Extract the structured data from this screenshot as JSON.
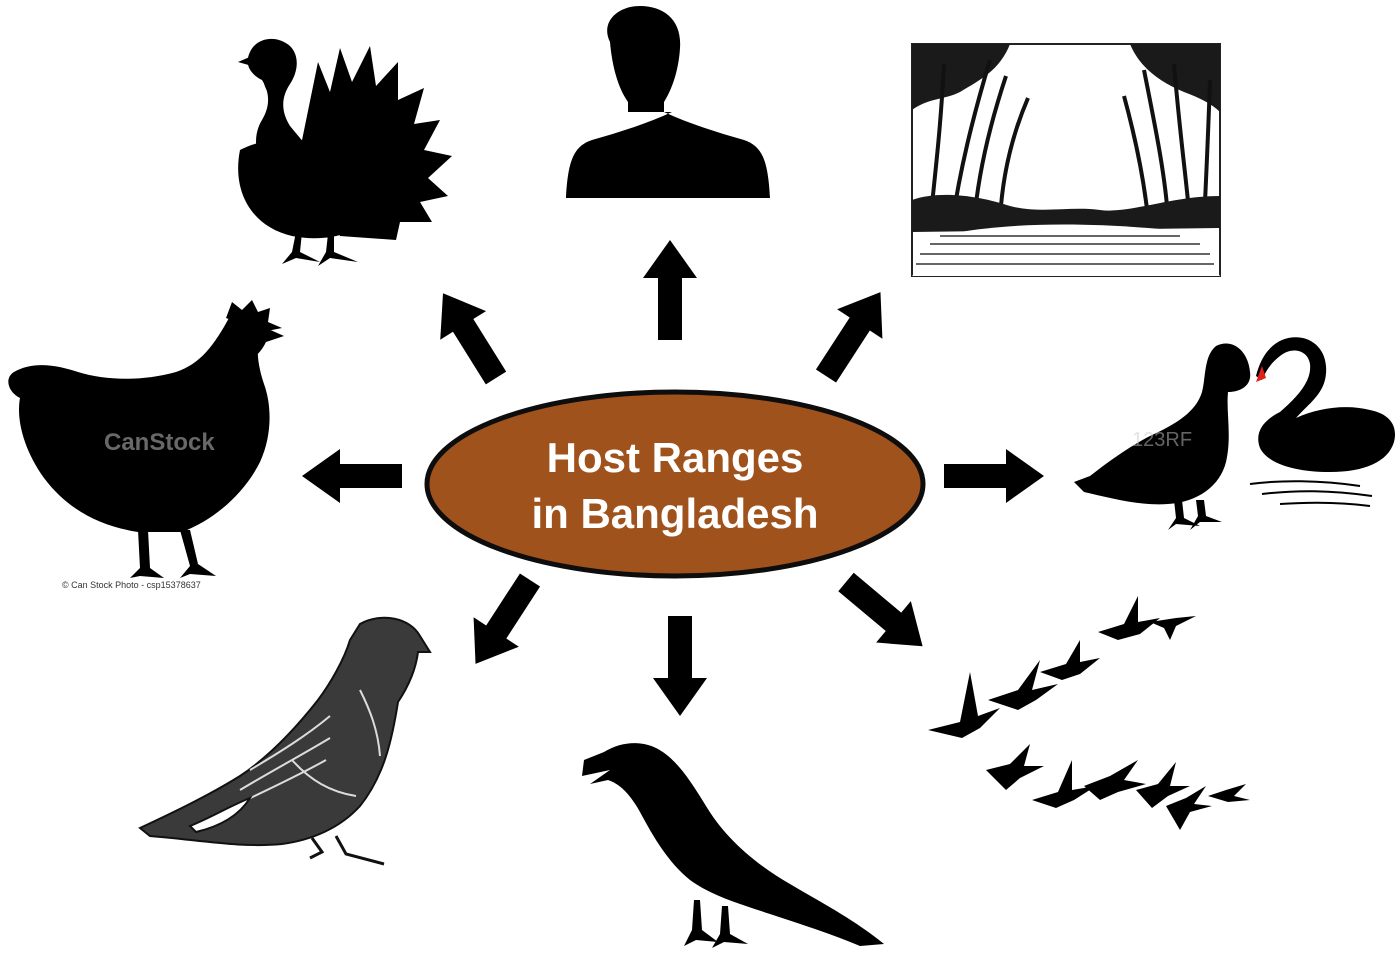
{
  "center": {
    "line1": "Host Ranges",
    "line2": "in Bangladesh",
    "fill_color": "#a0521c",
    "text_color": "#ffffff"
  },
  "hosts": [
    {
      "id": "turkey",
      "icon": "turkey-silhouette-icon"
    },
    {
      "id": "human",
      "icon": "human-silhouette-icon"
    },
    {
      "id": "environment",
      "icon": "forest-river-sketch-icon"
    },
    {
      "id": "chicken",
      "icon": "chicken-silhouette-icon"
    },
    {
      "id": "duck-swan",
      "icon": "duck-and-swan-icon"
    },
    {
      "id": "pigeon",
      "icon": "pigeon-sketch-icon"
    },
    {
      "id": "crow",
      "icon": "crow-silhouette-icon"
    },
    {
      "id": "wild-birds",
      "icon": "flying-bird-flock-icon"
    }
  ],
  "watermarks": {
    "chicken_credit": "© Can Stock Photo - csp15378637",
    "chicken_logo": "CanStock",
    "duck_logo": "123RF"
  },
  "colors": {
    "arrow": "#000000",
    "swan_beak": "#e0201a"
  }
}
